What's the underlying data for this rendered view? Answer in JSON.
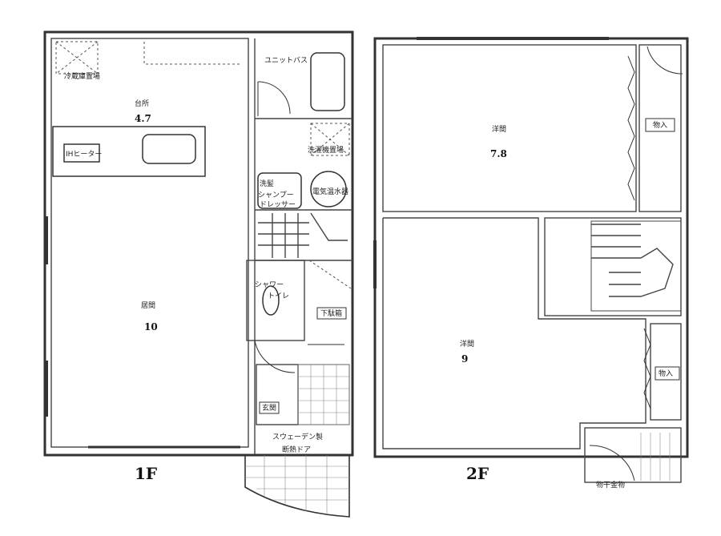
{
  "floors": [
    {
      "id": "1F",
      "label": "1F",
      "rooms": [
        {
          "name": "台所",
          "area": "4.7"
        },
        {
          "name": "居間",
          "area": "10"
        },
        {
          "name": "ユニットバス"
        },
        {
          "name": "下駄箱"
        },
        {
          "name": "玄関"
        }
      ],
      "fixtures": [
        {
          "name": "冷蔵庫置場"
        },
        {
          "name": "IHヒーター"
        },
        {
          "name": "洗濯機置場"
        },
        {
          "name": "洗髪シャンプードレッサー",
          "line1": "洗髪",
          "line2": "シャンプー",
          "line3": "ドレッサー"
        },
        {
          "name": "電気温水器"
        },
        {
          "name": "シャワートイレ",
          "line1": "シャワー",
          "line2": "トイレ"
        },
        {
          "name": "スウェーデン製断熱ドア",
          "line1": "スウェーデン製",
          "line2": "断熱ドア"
        }
      ]
    },
    {
      "id": "2F",
      "label": "2F",
      "rooms": [
        {
          "name": "洋間",
          "area": "7.8"
        },
        {
          "name": "洋間",
          "area": "9"
        },
        {
          "name": "物入"
        },
        {
          "name": "物入"
        },
        {
          "name": "物干金物"
        }
      ]
    }
  ]
}
